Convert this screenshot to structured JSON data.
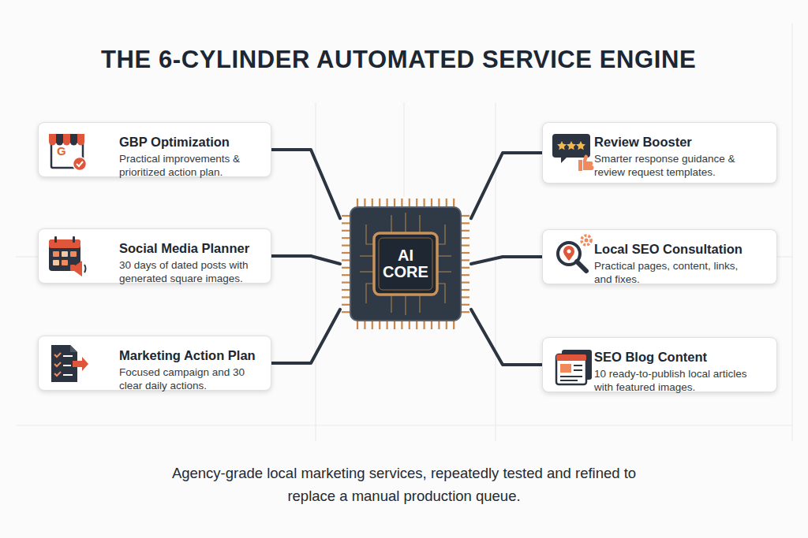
{
  "diagram": {
    "title": "THE 6-CYLINDER AUTOMATED SERVICE ENGINE",
    "caption": "Agency-grade local marketing services, repeatedly tested and refined to replace a manual production queue.",
    "nodes": [
      {
        "text": [
          "GBP Optimization",
          "Practical improvements & prioritized action plan."
        ]
      },
      {
        "text": [
          "Review Booster",
          "Smarter response guidance & review request templates."
        ]
      },
      {
        "text": [
          "Social Media Planner",
          "30 days of dated posts with generated square images."
        ]
      },
      {
        "text": [
          "AI CORE"
        ]
      },
      {
        "text": [
          "Local SEO Consultation",
          "Practical pages, content, links, and fixes."
        ]
      },
      {
        "text": [
          "Marketing Action Plan",
          "Focused campaign and 30 clear daily actions."
        ]
      },
      {
        "text": [
          "SEO Blog Content",
          "10 ready-to-publish local articles with featured images."
        ]
      }
    ],
    "edges": [
      {
        "from": 3,
        "to": 0,
        "arrow": "none"
      },
      {
        "from": 3,
        "to": 1,
        "arrow": "none"
      },
      {
        "from": 3,
        "to": 2,
        "arrow": "none"
      },
      {
        "from": 3,
        "to": 4,
        "arrow": "none"
      },
      {
        "from": 3,
        "to": 5,
        "arrow": "none"
      },
      {
        "from": 3,
        "to": 6,
        "arrow": "none"
      }
    ],
    "labels": [
      "G"
    ]
  }
}
